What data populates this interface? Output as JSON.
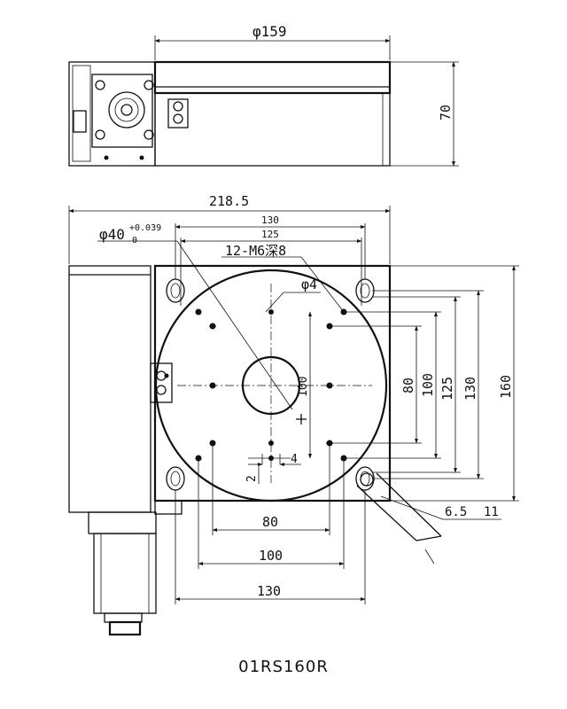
{
  "model_label": "01RS160R",
  "top_view": {
    "dim_width": "φ159",
    "dim_height": "70"
  },
  "plan_view": {
    "dim_overall_width": "218.5",
    "dim_bore": "φ40",
    "dim_bore_tol_upper": "+0.039",
    "dim_bore_tol_lower": "0",
    "dim_top_130": "130",
    "dim_top_125": "125",
    "thread_note": "12-M6深8",
    "dim_pin": "φ4",
    "dim_pcd_100": "100",
    "dim_right_80": "80",
    "dim_right_100": "100",
    "dim_right_125": "125",
    "dim_right_130": "130",
    "dim_right_160": "160",
    "dim_bottom_80": "80",
    "dim_bottom_100": "100",
    "dim_bottom_130": "130",
    "dim_slot_4": "4",
    "dim_slot_2": "2",
    "dim_slot_65": "6.5",
    "dim_slot_11": "11"
  }
}
